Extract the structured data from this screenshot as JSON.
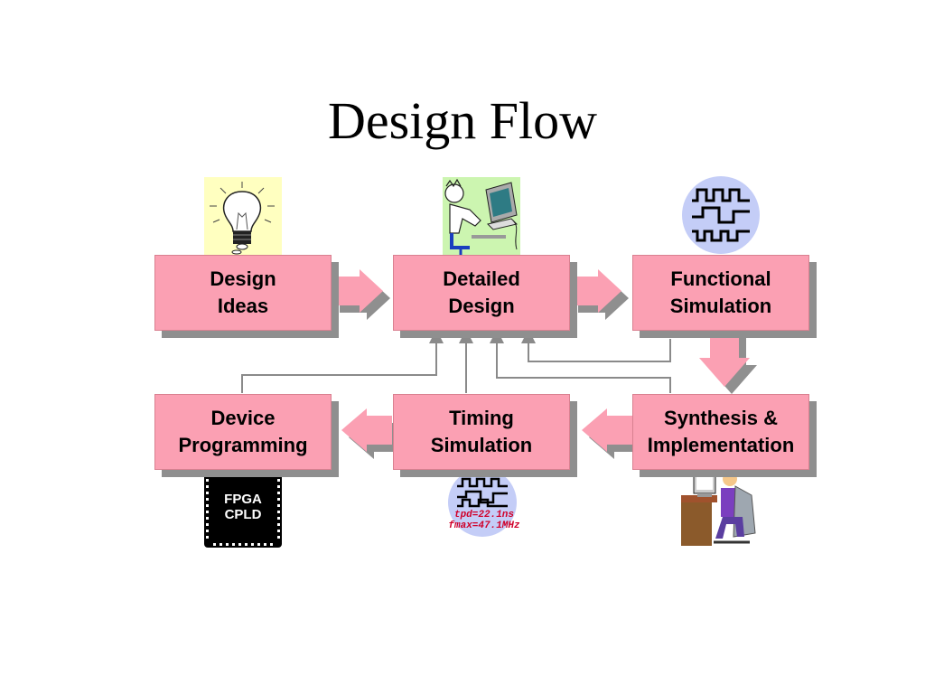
{
  "title": "Design Flow",
  "boxes": {
    "design_ideas": {
      "line1": "Design",
      "line2": "Ideas"
    },
    "detailed_design": {
      "line1": "Detailed",
      "line2": "Design"
    },
    "functional_simulation": {
      "line1": "Functional",
      "line2": "Simulation"
    },
    "device_programming": {
      "line1": "Device",
      "line2": "Programming"
    },
    "timing_simulation": {
      "line1": "Timing",
      "line2": "Simulation"
    },
    "synthesis_implementation": {
      "line1": "Synthesis &",
      "line2": "Implementation"
    }
  },
  "chip": {
    "line1": "FPGA",
    "line2": "CPLD"
  },
  "timing": {
    "tpd_label": "tpd=22.1ns",
    "fmax_label": "fmax=47.1MHz"
  },
  "colors": {
    "box_fill": "#fba0b3",
    "box_shadow": "#8f8f8f",
    "arrow_fill": "#fba0b3",
    "bulb_bg": "#ffffc0",
    "waveform_bg": "#c4cdf7",
    "timing_text": "#d0002a"
  },
  "icons": {
    "idea": "lightbulb-icon",
    "designer": "engineer-at-computer-icon",
    "waveform": "waveform-icon",
    "chip": "chip-icon",
    "timing": "timing-waveform-icon",
    "workstation": "person-at-workstation-icon"
  }
}
